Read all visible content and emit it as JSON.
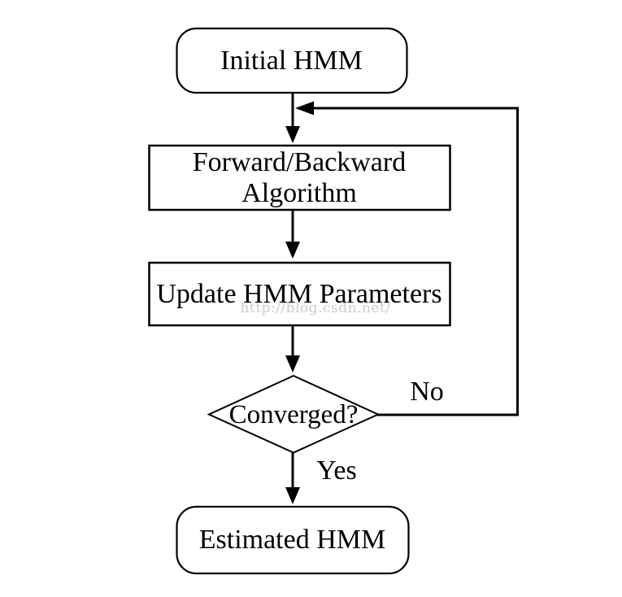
{
  "diagram": {
    "type": "flowchart",
    "subject": "HMM training (Baum-Welch) iteration loop",
    "nodes": {
      "initial": {
        "shape": "rounded-terminator",
        "label": "Initial HMM"
      },
      "forward_backward": {
        "shape": "process-rect",
        "line1": "Forward/Backward",
        "line2": "Algorithm"
      },
      "update": {
        "shape": "process-rect",
        "label": "Update HMM Parameters"
      },
      "converged": {
        "shape": "decision-diamond",
        "label": "Converged?"
      },
      "estimated": {
        "shape": "rounded-terminator",
        "label": "Estimated HMM"
      }
    },
    "edges": [
      {
        "from": "initial",
        "to": "forward_backward",
        "label": ""
      },
      {
        "from": "forward_backward",
        "to": "update",
        "label": ""
      },
      {
        "from": "update",
        "to": "converged",
        "label": ""
      },
      {
        "from": "converged",
        "to": "forward_backward_junction",
        "label": "No",
        "path": "right-then-up feedback loop"
      },
      {
        "from": "converged",
        "to": "estimated",
        "label": "Yes"
      }
    ],
    "edge_labels": {
      "no": "No",
      "yes": "Yes"
    },
    "watermark": "http://blog.csdn.net/",
    "colors": {
      "line": "#000000",
      "text": "#000000",
      "background": "#ffffff",
      "watermark": "#cccccc"
    }
  }
}
